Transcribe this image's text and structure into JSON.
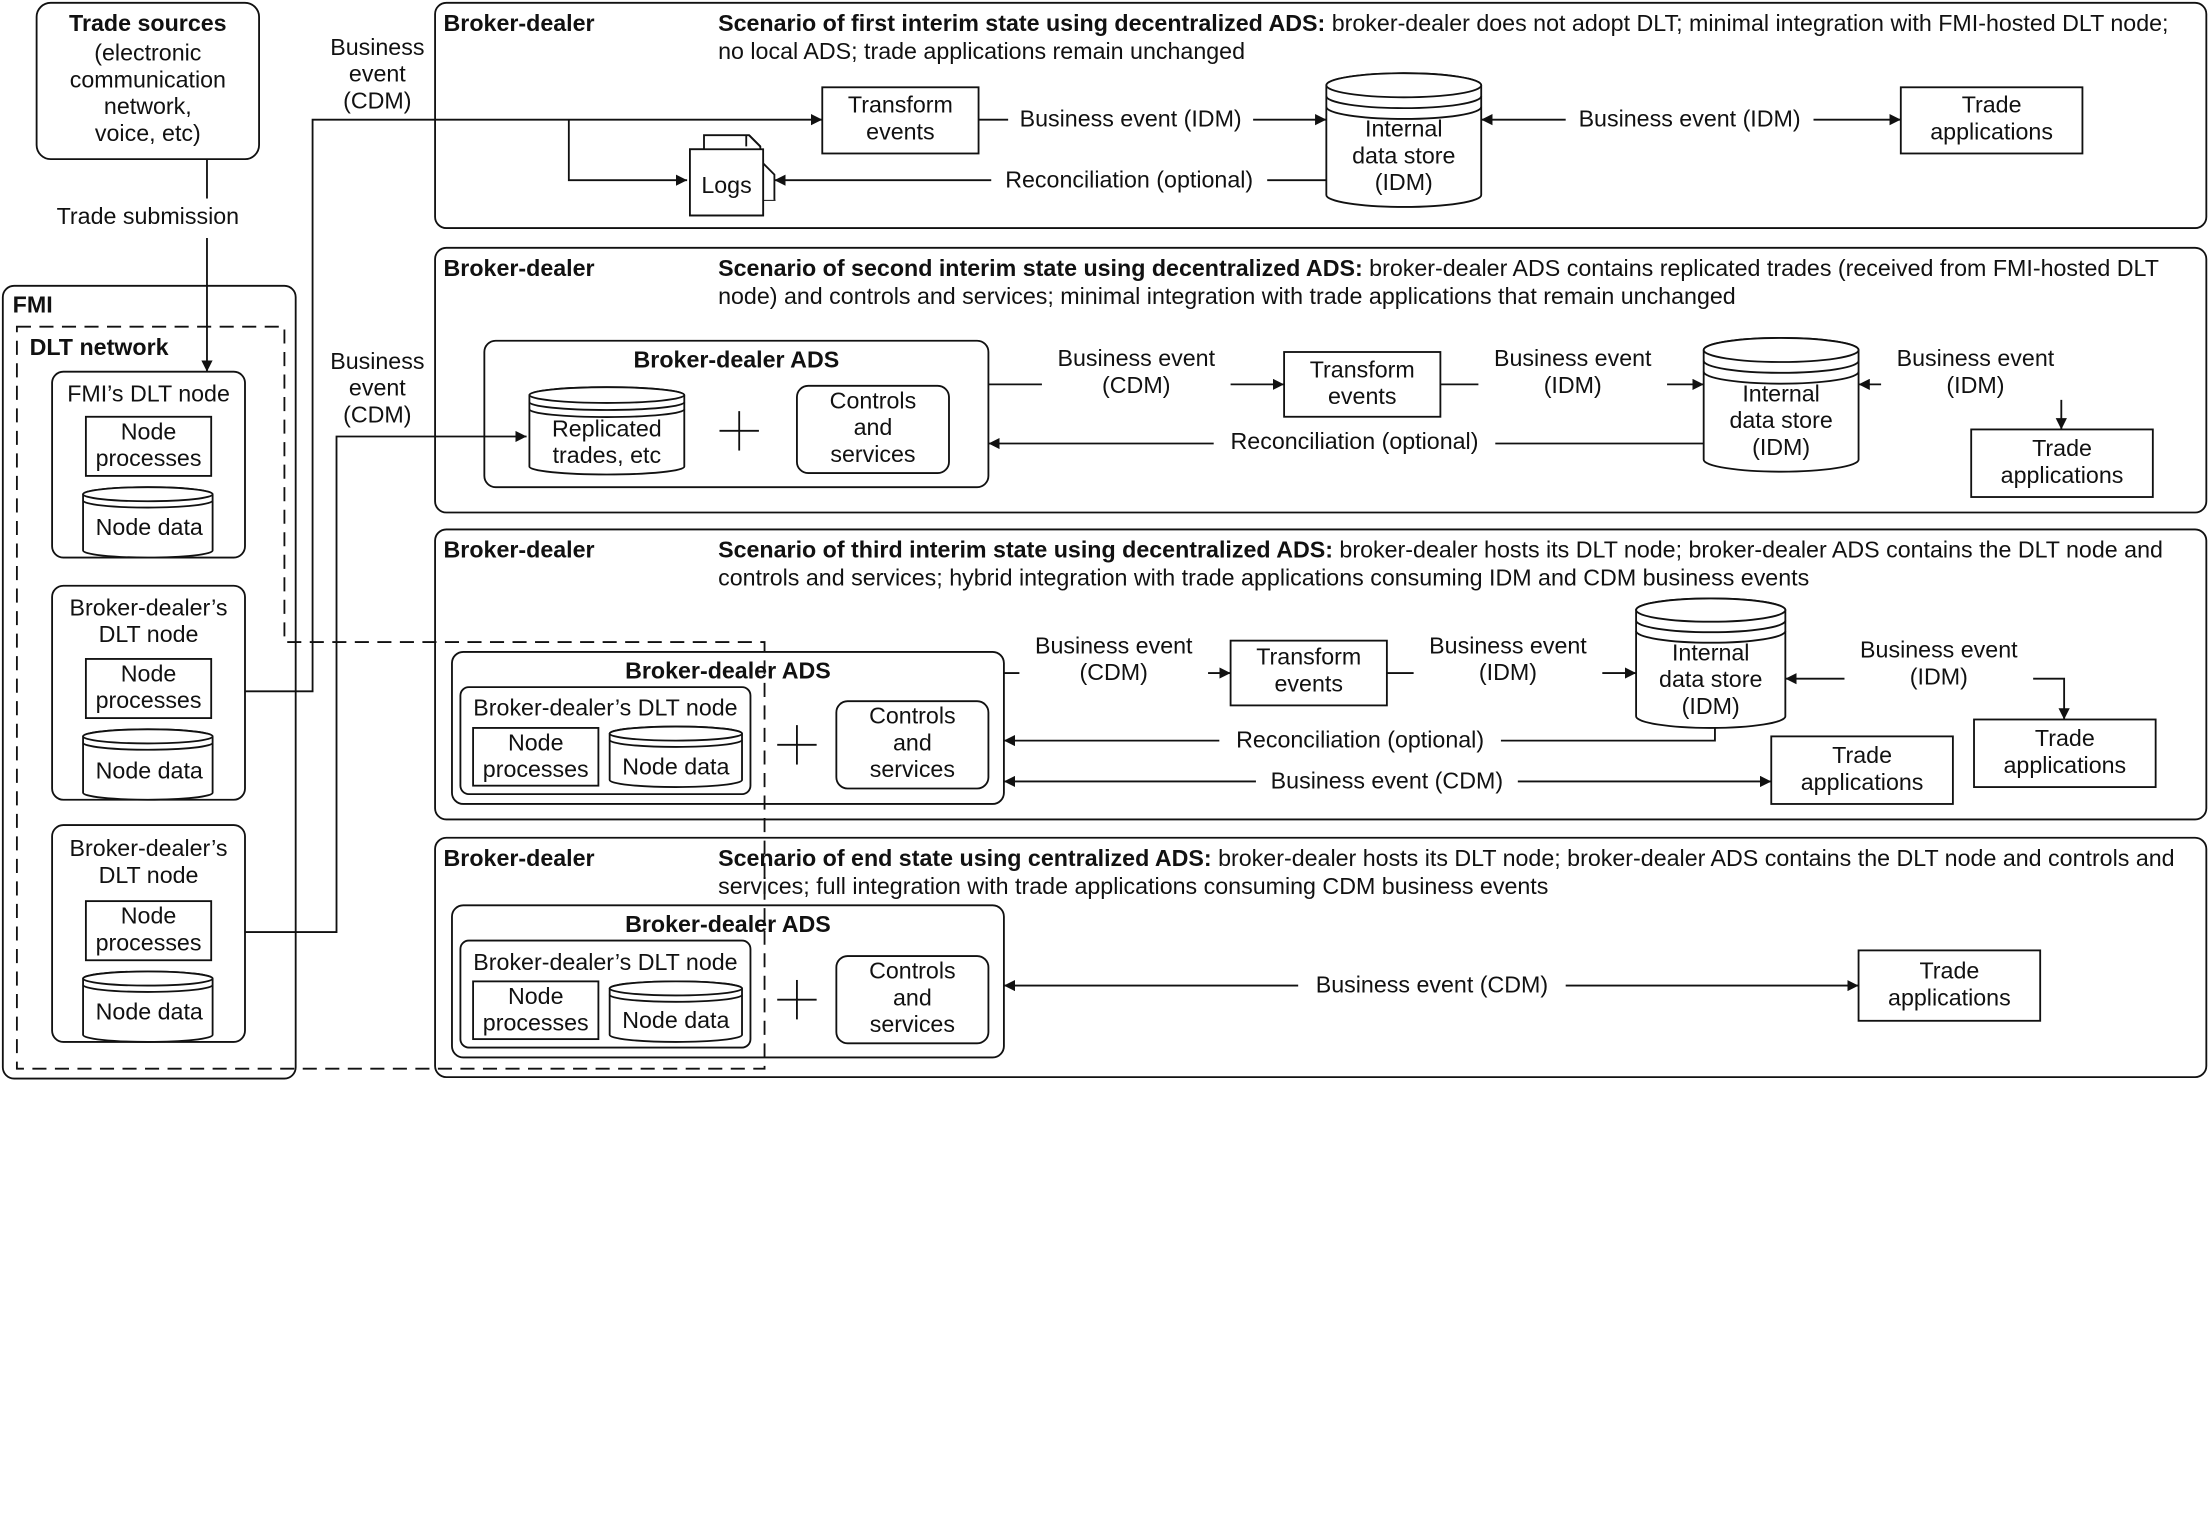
{
  "trade_sources": {
    "title": "Trade sources",
    "desc": "(electronic\ncommunication\nnetwork,\nvoice, etc)"
  },
  "trade_submission": "Trade submission",
  "fmi": {
    "label": "FMI",
    "dlt_network": "DLT network",
    "fmi_node": {
      "title": "FMI’s DLT node",
      "processes": "Node\nprocesses",
      "data": "Node data"
    },
    "bd_node_1": {
      "title": "Broker-dealer’s\nDLT node",
      "processes": "Node\nprocesses",
      "data": "Node data"
    },
    "bd_node_2": {
      "title": "Broker-dealer’s\nDLT node",
      "processes": "Node\nprocesses",
      "data": "Node data"
    }
  },
  "left_labels": {
    "business_event_1": "Business\nevent\n(CDM)",
    "business_event_2": "Business\nevent\n(CDM)"
  },
  "scenarios": [
    {
      "panel": "Broker-dealer",
      "heading": "Scenario of first interim state using decentralized ADS:",
      "text": " broker-dealer does not adopt DLT; minimal integration with FMI-hosted DLT node; no local ADS; trade applications remain unchanged",
      "transform": "Transform\nevents",
      "logs": "Logs",
      "edge_idm": "Business event (IDM)",
      "store": "Internal\ndata store\n(IDM)",
      "edge_idm_2": "Business event (IDM)",
      "trade_apps": "Trade\napplications",
      "reconciliation": "Reconciliation (optional)"
    },
    {
      "panel": "Broker-dealer",
      "heading": "Scenario of second interim state using decentralized ADS:",
      "text": " broker-dealer ADS contains replicated trades (received from FMI-hosted DLT node) and controls and services; minimal integration with trade applications that remain unchanged",
      "ads_title": "Broker-dealer ADS",
      "replicated": "Replicated\ntrades, etc",
      "controls": "Controls\nand\nservices",
      "edge_cdm": "Business event\n(CDM)",
      "transform": "Transform\nevents",
      "edge_idm": "Business event\n(IDM)",
      "store": "Internal\ndata store\n(IDM)",
      "edge_idm_2": "Business event\n(IDM)",
      "trade_apps": "Trade\napplications",
      "reconciliation": "Reconciliation (optional)"
    },
    {
      "panel": "Broker-dealer",
      "heading": "Scenario of third interim state using decentralized ADS:",
      "text": " broker-dealer hosts its DLT node; broker-dealer ADS contains the DLT node and controls and services; hybrid integration with trade applications consuming IDM and CDM business events",
      "ads_title": "Broker-dealer ADS",
      "dlt_node": "Broker-dealer’s DLT node",
      "processes": "Node\nprocesses",
      "data": "Node data",
      "controls": "Controls\nand\nservices",
      "edge_cdm": "Business event\n(CDM)",
      "transform": "Transform\nevents",
      "edge_idm": "Business event\n(IDM)",
      "store": "Internal\ndata store\n(IDM)",
      "edge_idm_2": "Business event\n(IDM)",
      "trade_apps_1": "Trade\napplications",
      "trade_apps_2": "Trade\napplications",
      "reconciliation": "Reconciliation (optional)",
      "edge_cdm_2": "Business event (CDM)"
    },
    {
      "panel": "Broker-dealer",
      "heading": "Scenario of end state using centralized ADS:",
      "text": " broker-dealer hosts its DLT node; broker-dealer ADS contains the DLT node and controls and services; full integration with trade applications consuming CDM business events",
      "ads_title": "Broker-dealer ADS",
      "dlt_node": "Broker-dealer’s DLT node",
      "processes": "Node\nprocesses",
      "data": "Node data",
      "controls": "Controls\nand\nservices",
      "edge_cdm": "Business event (CDM)",
      "trade_apps": "Trade\napplications"
    }
  ]
}
